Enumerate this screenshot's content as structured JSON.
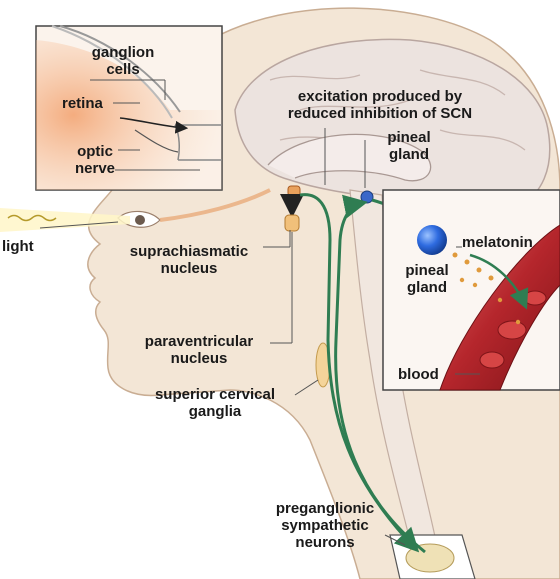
{
  "labels": {
    "ganglion_cells": [
      "ganglion",
      "cells"
    ],
    "retina": "retina",
    "optic_nerve": [
      "optic",
      "nerve"
    ],
    "excitation": [
      "excitation produced by",
      "reduced inhibition of SCN"
    ],
    "pineal_gland_top": [
      "pineal",
      "gland"
    ],
    "light": "light",
    "melatonin": "melatonin",
    "pineal_gland_inset": [
      "pineal",
      "gland"
    ],
    "blood": "blood",
    "suprachiasmatic_nucleus": [
      "suprachiasmatic",
      "nucleus"
    ],
    "paraventricular_nucleus": [
      "paraventricular",
      "nucleus"
    ],
    "superior_cervical_ganglia": [
      "superior cervical",
      "ganglia"
    ],
    "preganglionic_sympathetic_neurons": [
      "preganglionic",
      "sympathetic",
      "neurons"
    ]
  },
  "colors": {
    "skin": "#f3e6d6",
    "skin_outline": "#c9ad93",
    "brain": "#ece3df",
    "pathway": "#2f7d52",
    "pineal_blue": "#1f57c8",
    "blood_red": "#b5262c",
    "retina_orange": "#f0a46a"
  }
}
